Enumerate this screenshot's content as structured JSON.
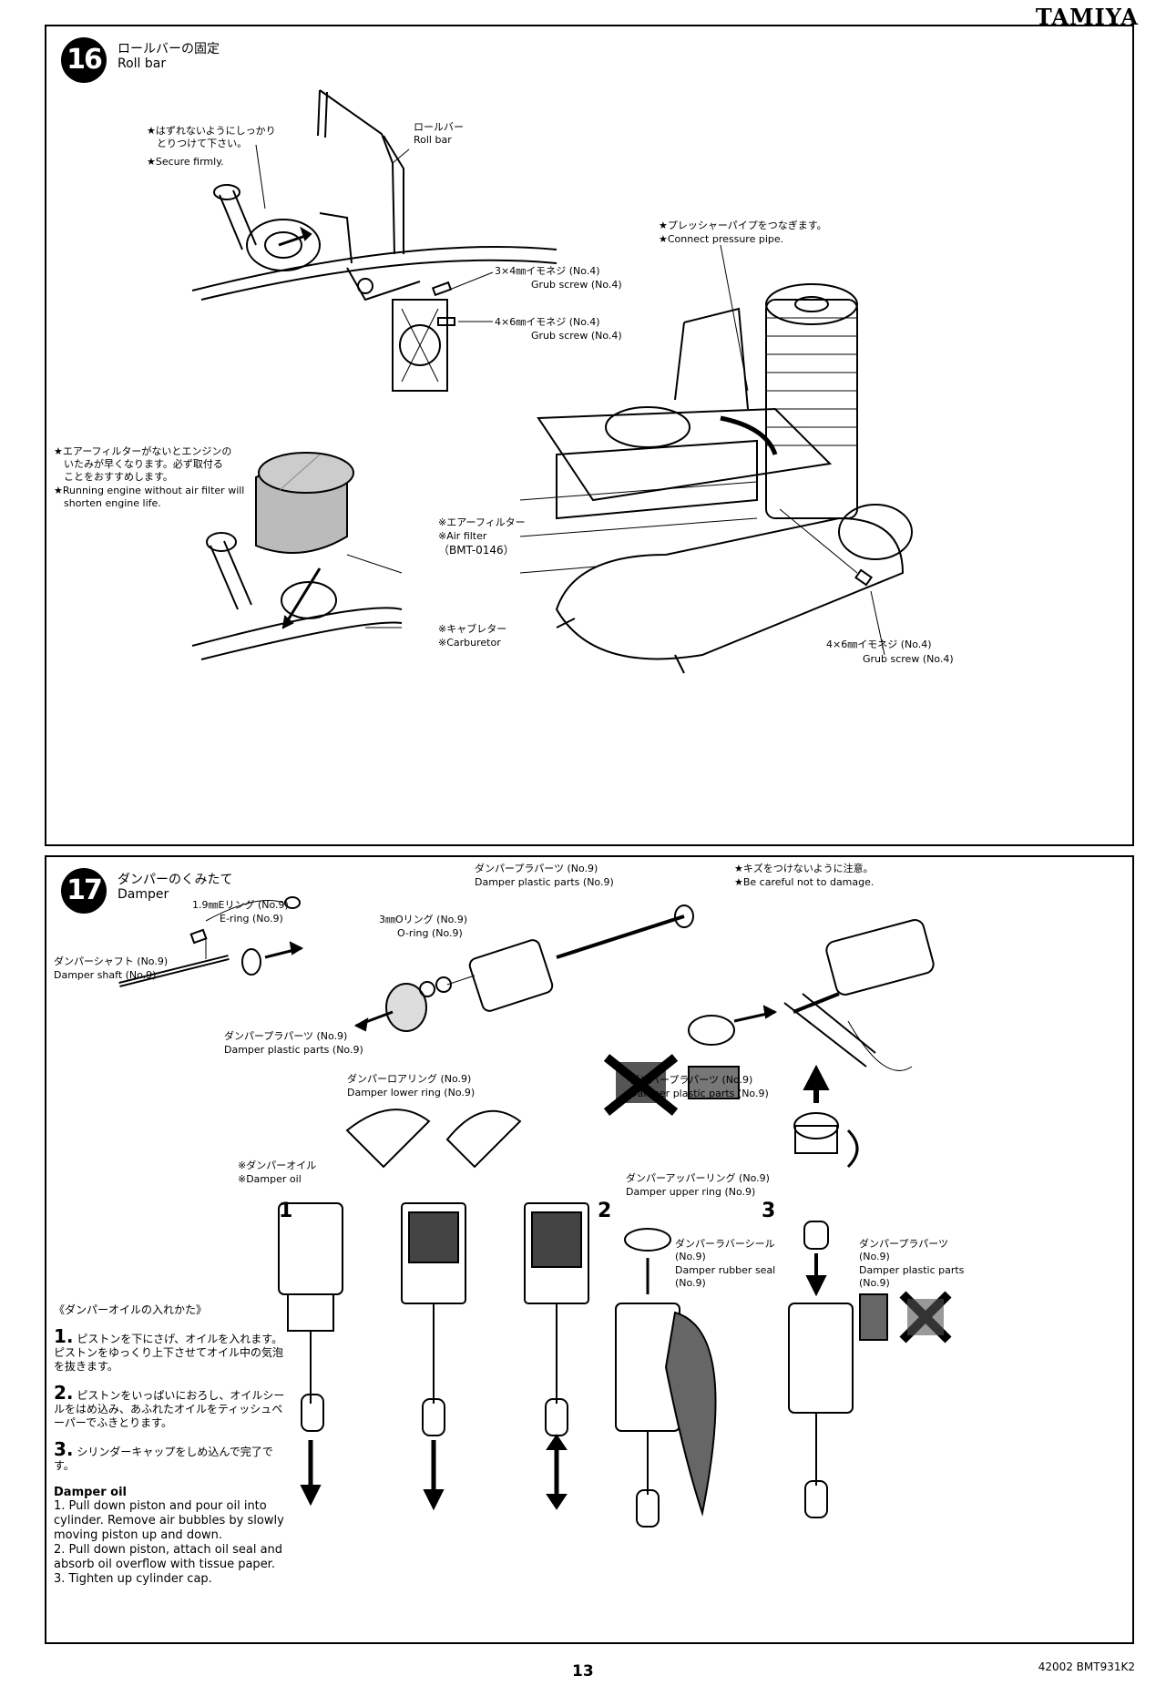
{
  "brand": "TAMIYA",
  "page_number": "13",
  "footer_code": "42002 BMT931K2",
  "step16": {
    "number": "16",
    "title_jp": "ロールバーの固定",
    "title_en": "Roll bar",
    "labels": {
      "secure_jp": "★はずれないようにしっかり\n　とりつけて下さい。",
      "secure_en": "★Secure firmly.",
      "rollbar_jp": "ロールバー",
      "rollbar_en": "Roll bar",
      "grub1_jp": "3×4㎜イモネジ (No.4)",
      "grub1_en": "Grub screw (No.4)",
      "grub2_jp": "4×6㎜イモネジ (No.4)",
      "grub2_en": "Grub screw (No.4)",
      "pressure_jp": "★プレッシャーパイプをつなぎます。",
      "pressure_en": "★Connect pressure pipe.",
      "airfilter_note_jp": "★エアーフィルターがないとエンジンの\n　いたみが早くなります。必ず取付る\n　ことをおすすめします。",
      "airfilter_note_en": "★Running engine without air filter will\n　shorten engine life.",
      "airfilter_jp": "※エアーフィルター",
      "airfilter_en": "※Air filter",
      "airfilter_code": "（BMT-0146）",
      "carb_jp": "※キャブレター",
      "carb_en": "※Carburetor",
      "grub3_jp": "4×6㎜イモネジ (No.4)",
      "grub3_en": "Grub screw (No.4)"
    }
  },
  "step17": {
    "number": "17",
    "title_jp": "ダンパーのくみたて",
    "title_en": "Damper",
    "labels": {
      "ering_jp": "1.9㎜Eリング (No.9)",
      "ering_en": "E-ring (No.9)",
      "shaft_jp": "ダンパーシャフト (No.9)",
      "shaft_en": "Damper shaft (No.9)",
      "plastic1_jp": "ダンパープラパーツ (No.9)",
      "plastic1_en": "Damper plastic parts (No.9)",
      "oring_jp": "3㎜Oリング (No.9)",
      "oring_en": "O-ring (No.9)",
      "plastic2_jp": "ダンパープラパーツ (No.9)",
      "plastic2_en": "Damper plastic parts (No.9)",
      "lowerring_jp": "ダンパーロアリング (No.9)",
      "lowerring_en": "Damper lower ring (No.9)",
      "careful_jp": "★キズをつけないように注意。",
      "careful_en": "★Be careful not to damage.",
      "plastic3_jp": "ダンパープラパーツ (No.9)",
      "plastic3_en": "Damper plastic parts (No.9)",
      "oil_jp": "※ダンパーオイル",
      "oil_en": "※Damper oil",
      "upperring_jp": "ダンパーアッパーリング (No.9)",
      "upperring_en": "Damper upper ring (No.9)",
      "rubberseal_jp": "ダンパーラバーシール\n(No.9)",
      "rubberseal_en": "Damper rubber seal\n(No.9)",
      "plastic4_jp": "ダンパープラパーツ\n(No.9)",
      "plastic4_en": "Damper plastic parts\n(No.9)"
    },
    "step_digits": [
      "1",
      "2",
      "3"
    ],
    "instructions": {
      "heading_jp": "《ダンパーオイルの入れかた》",
      "s1_num": "1.",
      "s1": "ピストンを下にさげ、オイルを入れます。ピストンをゆっくり上下させてオイル中の気泡を抜きます。",
      "s2_num": "2.",
      "s2": "ピストンをいっぱいにおろし、オイルシールをはめ込み、あふれたオイルをティッシュペーパーでふきとります。",
      "s3_num": "3.",
      "s3": "シリンダーキャップをしめ込んで完了です。",
      "en_heading": "Damper oil",
      "en_body": "1. Pull down piston and pour oil into cylinder. Remove air bubbles by slowly moving piston up and down.\n2. Pull down piston, attach oil seal and absorb oil overflow with tissue paper.\n3. Tighten up cylinder cap."
    }
  }
}
